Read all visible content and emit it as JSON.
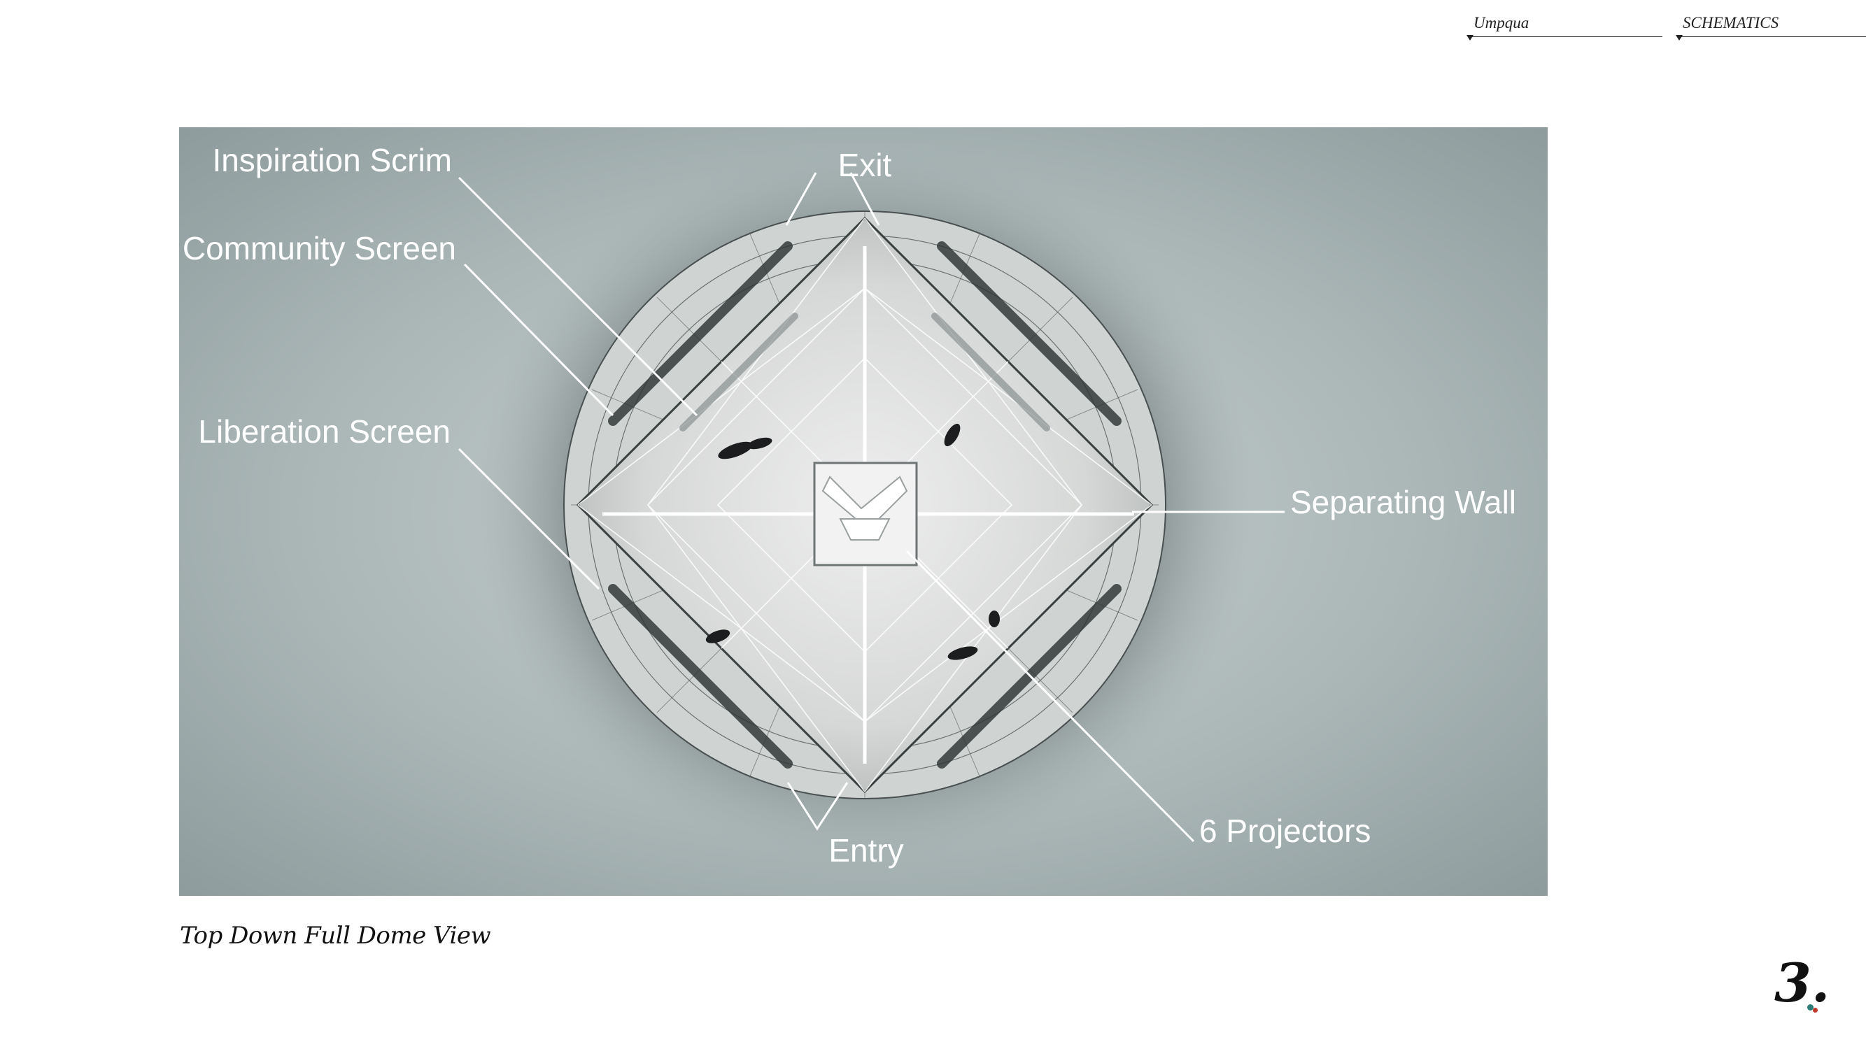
{
  "header": {
    "project": "Umpqua",
    "section": "SCHEMATICS"
  },
  "diagram": {
    "title": "Top Down Full Dome View",
    "labels": {
      "inspiration_scrim": "Inspiration Scrim",
      "community_screen": "Community Screen",
      "liberation_screen": "Liberation Screen",
      "exit": "Exit",
      "separating_wall": "Separating Wall",
      "projectors": "6 Projectors",
      "entry": "Entry"
    },
    "colors": {
      "background": "#a9b6b6",
      "dome": "#dcdedd",
      "label": "#ffffff"
    }
  },
  "page_number": "3."
}
